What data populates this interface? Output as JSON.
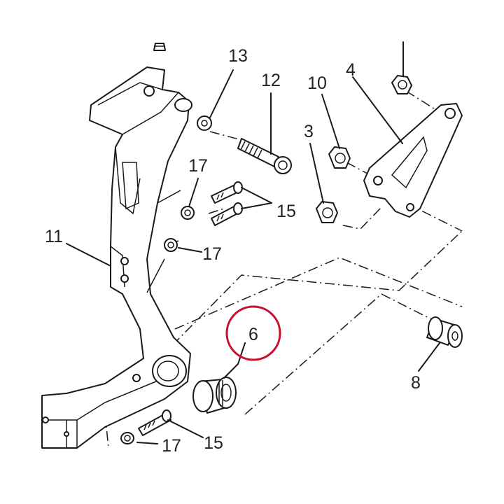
{
  "callouts": [
    {
      "id": "13",
      "text": "13"
    },
    {
      "id": "12",
      "text": "12"
    },
    {
      "id": "10",
      "text": "10"
    },
    {
      "id": "4",
      "text": "4"
    },
    {
      "id": "3",
      "text": "3"
    },
    {
      "id": "17a",
      "text": "17"
    },
    {
      "id": "15a",
      "text": "15"
    },
    {
      "id": "11",
      "text": "11"
    },
    {
      "id": "17b",
      "text": "17"
    },
    {
      "id": "6",
      "text": "6"
    },
    {
      "id": "8",
      "text": "8"
    },
    {
      "id": "17c",
      "text": "17"
    },
    {
      "id": "15b",
      "text": "15"
    }
  ],
  "highlight": {
    "target": "6",
    "color": "#c8102e"
  },
  "colors": {
    "line": "#1a1a1a",
    "background": "#ffffff"
  }
}
